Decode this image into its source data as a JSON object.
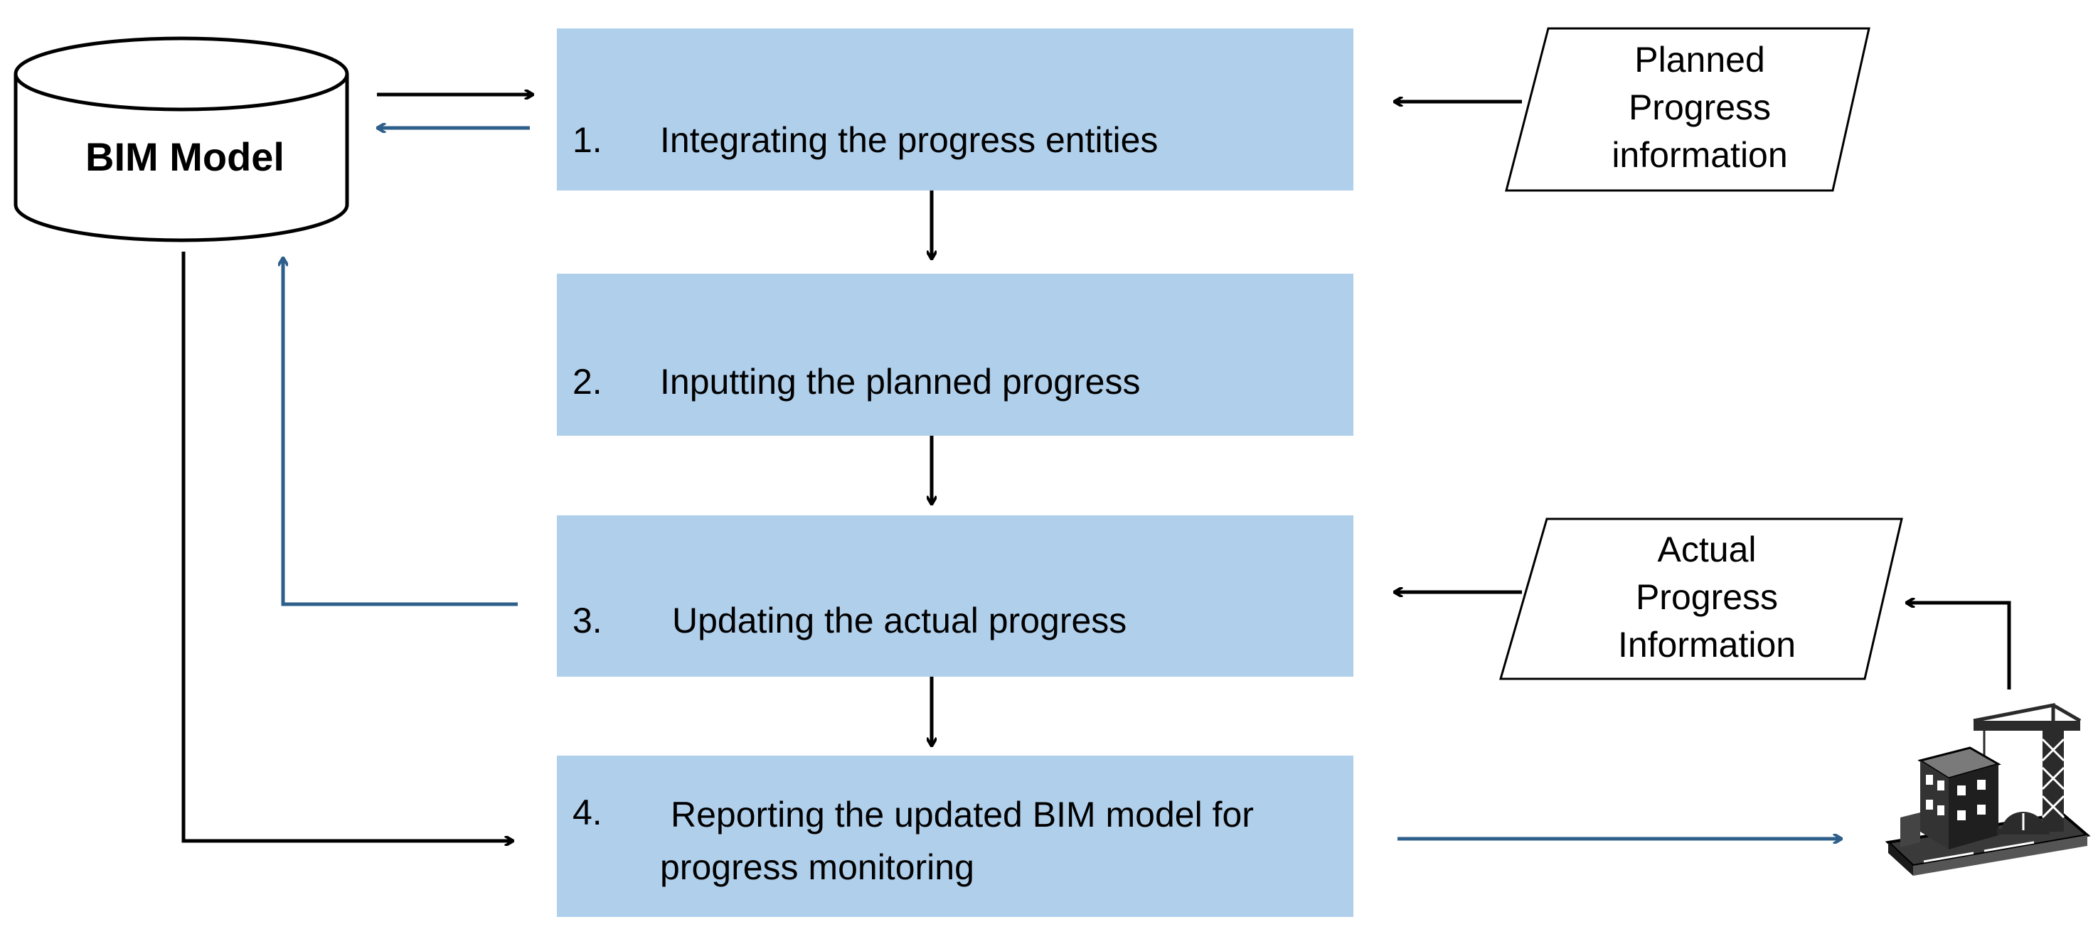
{
  "database": {
    "label": "BIM Model"
  },
  "steps": [
    {
      "number": "1.",
      "text": "Integrating the progress entities"
    },
    {
      "number": "2.",
      "text": "Inputting the planned progress"
    },
    {
      "number": "3.",
      "text": "Updating the actual progress"
    },
    {
      "number": "4.",
      "text": "Reporting the updated BIM model for progress monitoring"
    }
  ],
  "inputs": {
    "planned": {
      "line1": "Planned",
      "line2": "Progress",
      "line3": "information"
    },
    "actual": {
      "line1": "Actual",
      "line2": "Progress",
      "line3": "Information"
    }
  },
  "colors": {
    "step_fill": "#b0cfeb",
    "blue_arrow": "#2e5f8a",
    "black_arrow": "#000000"
  },
  "icons": {
    "site": "construction-site-icon"
  }
}
